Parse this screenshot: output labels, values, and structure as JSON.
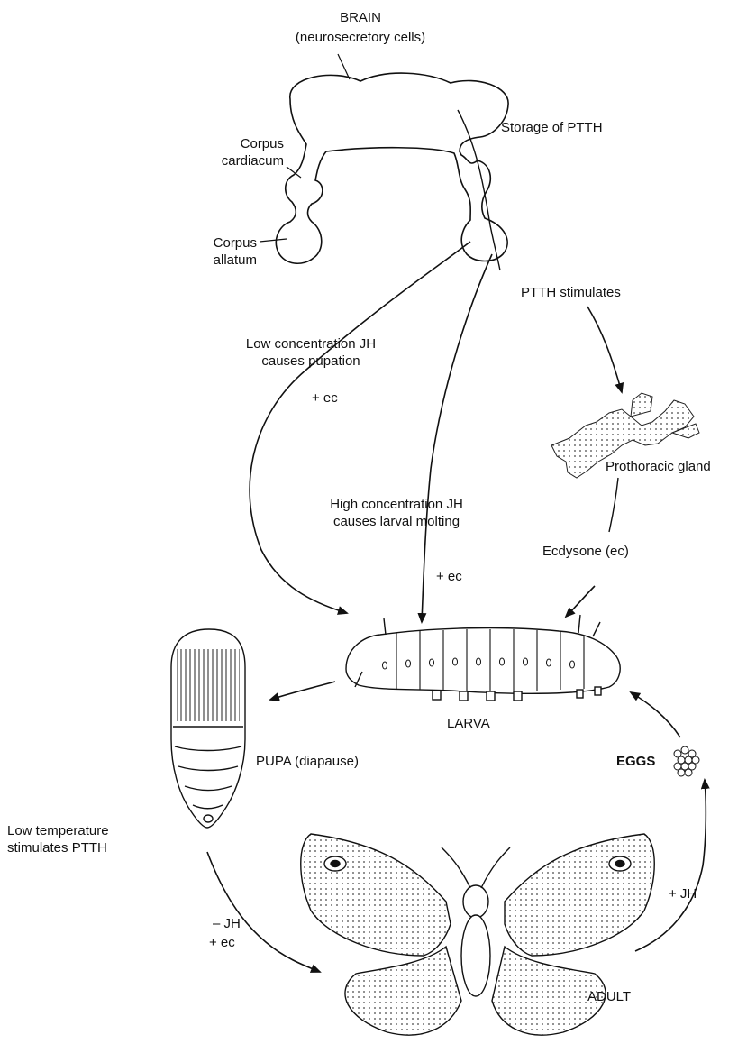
{
  "labels": {
    "brain_title": "BRAIN",
    "brain_sub": "(neurosecretory cells)",
    "storage": "Storage of PTTH",
    "corpus_cardiacum_1": "Corpus",
    "corpus_cardiacum_2": "cardiacum",
    "corpus_allatum_1": "Corpus",
    "corpus_allatum_2": "allatum",
    "ptth_stimulates": "PTTH stimulates",
    "low_jh_1": "Low concentration JH",
    "low_jh_2": "causes pupation",
    "plus_ec_1": "+ ec",
    "prothoracic_gland": "Prothoracic gland",
    "high_jh_1": "High concentration JH",
    "high_jh_2": "causes larval molting",
    "plus_ec_2": "+ ec",
    "ecdysone": "Ecdysone (ec)",
    "larva": "LARVA",
    "pupa": "PUPA (diapause)",
    "eggs": "EGGS",
    "low_temp_1": "Low temperature",
    "low_temp_2": "stimulates PTTH",
    "minus_jh": "– JH",
    "plus_ec_3": "+ ec",
    "plus_jh": "+ JH",
    "adult": "ADULT"
  }
}
